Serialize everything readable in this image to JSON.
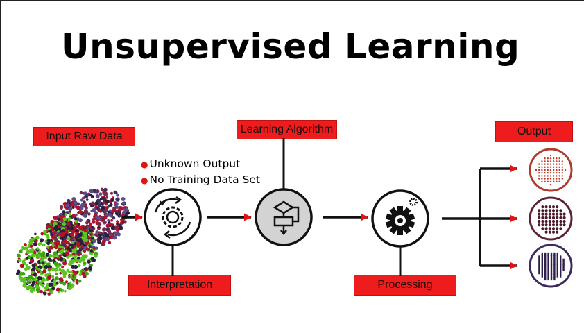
{
  "title": "Unsupervised Learning",
  "labels": {
    "input": "Input Raw Data",
    "algorithm": "Learning Algorithm",
    "output": "Output",
    "interpretation": "Interpretation",
    "processing": "Processing"
  },
  "bullets": [
    "Unknown Output",
    "No Training Data Set"
  ],
  "colors": {
    "label_bg": "#ee1c1c",
    "arrow": "#e01414",
    "cluster1": "#c0392b",
    "cluster2": "#5b2333",
    "cluster3": "#3d2a5e"
  },
  "icons": {
    "interpretation": "gear-cycle-icon",
    "algorithm": "flowchart-icon",
    "processing": "gear-icon"
  }
}
